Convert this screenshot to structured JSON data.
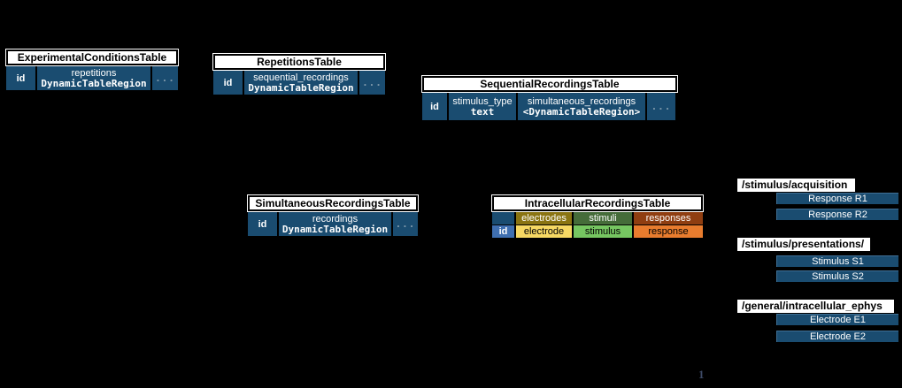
{
  "canvas": {
    "background": "#000000"
  },
  "colors": {
    "navy_cell": "#1a4c70",
    "header_bg": "#ffffff",
    "header_text": "#000000",
    "dots_text": "#7f99ab",
    "id_blue": "#3f6fb0",
    "olive_dark": "#8a7412",
    "green_dark": "#456c39",
    "rust_dark": "#8f3e11",
    "yellow_light": "#f6d863",
    "green_light": "#76c661",
    "orange_light": "#e87c2e",
    "bar_border": "#3f7096"
  },
  "tables": {
    "experimental_conditions": {
      "title": "ExperimentalConditionsTable",
      "col_id": "id",
      "col2_name": "repetitions",
      "col2_type": "DynamicTableRegion",
      "col_more": "..."
    },
    "repetitions": {
      "title": "RepetitionsTable",
      "col_id": "id",
      "col2_name": "sequential_recordings",
      "col2_type": "DynamicTableRegion",
      "col_more": "..."
    },
    "sequential_recordings": {
      "title": "SequentialRecordingsTable",
      "col_id": "id",
      "col2_name": "stimulus_type",
      "col2_type": "text",
      "col3_name": "simultaneous_recordings",
      "col3_type": "<DynamicTableRegion>",
      "col_more": "..."
    },
    "simultaneous_recordings": {
      "title": "SimultaneousRecordingsTable",
      "col_id": "id",
      "col2_name": "recordings",
      "col2_type": "DynamicTableRegion",
      "col_more": "..."
    },
    "intracellular_recordings": {
      "title": "IntracellularRecordingsTable",
      "group_electrodes": "electrodes",
      "group_stimuli": "stimuli",
      "group_responses": "responses",
      "col_id": "id",
      "col_electrode": "electrode",
      "col_stimulus": "stimulus",
      "col_response": "response"
    }
  },
  "groups": {
    "acquisition": {
      "title": "/stimulus/acquisition",
      "item1": "Response R1",
      "item2": "Response R2"
    },
    "presentations": {
      "title": "/stimulus/presentations/",
      "item1": "Stimulus S1",
      "item2": "Stimulus S2"
    },
    "ephys": {
      "title": "/general/intracellular_ephys",
      "item1": "Electrode E1",
      "item2": "Electrode E2"
    }
  },
  "footer": {
    "page_number": "1"
  }
}
